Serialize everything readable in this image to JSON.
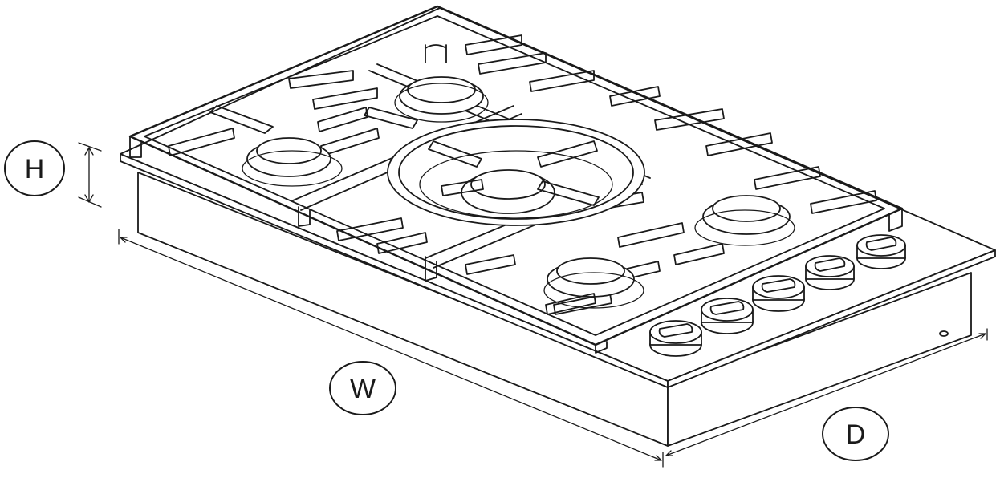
{
  "labels": {
    "height": "H",
    "width": "W",
    "depth": "D"
  },
  "colors": {
    "line": "#1a1a1a",
    "background": "#ffffff"
  }
}
